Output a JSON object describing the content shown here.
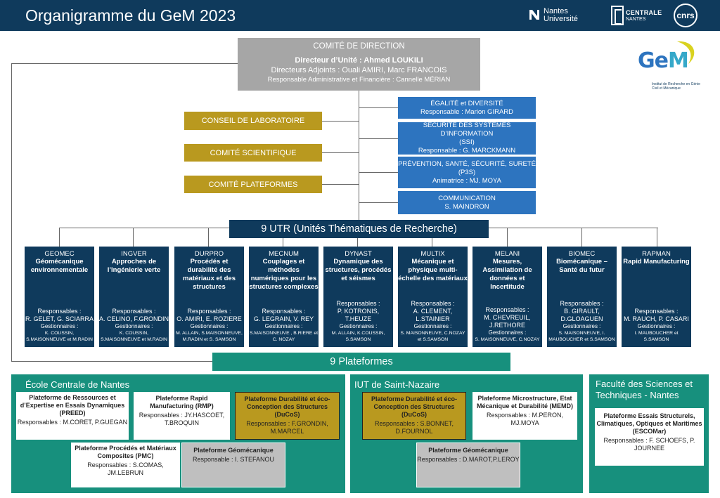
{
  "header": {
    "title": "Organigramme du GeM 2023",
    "logos": {
      "nantes": [
        "Nantes",
        "Université"
      ],
      "centrale": [
        "CENTRALE",
        "NANTES"
      ],
      "cnrs": "cnrs"
    }
  },
  "gem_logo": {
    "text_ge": "Ge",
    "text_m": "M",
    "subtitle": "Institut de Recherche en Génie Civil et Mécanique"
  },
  "direction": {
    "heading": "COMITÉ DE DIRECTION",
    "director": "Directeur d’Unité : Ahmed LOUKILI",
    "deputies": "Directeurs Adjoints : Ouali AMIRI, Marc FRANCOIS",
    "admin": "Responsable Administrative et Financière : Cannelle MÉRIAN"
  },
  "councils": [
    "CONSEIL DE LABORATOIRE",
    "COMITÉ SCIENTIFIQUE",
    "COMITÉ  PLATEFORMES"
  ],
  "services": [
    {
      "title": "ÉGALITÉ et DIVERSITÉ",
      "extra": "",
      "resp": "Responsable : Marion GIRARD"
    },
    {
      "title": "SÉCURITE DES SYSTÈMES D’INFORMATION",
      "extra": "(SSI)",
      "resp": "Responsable : G. MARCKMANN"
    },
    {
      "title": "PRÉVENTION, SANTÉ, SÉCURITÉ, SURETÉ",
      "extra": "(P3S)",
      "resp": "Animatrice : MJ. MOYA"
    },
    {
      "title": "COMMUNICATION",
      "extra": "",
      "resp": "S. MAINDRON"
    }
  ],
  "utr_bar": "9 UTR (Unités Thématiques de Recherche)",
  "utrs": [
    {
      "code": "GEOMEC",
      "title": "Géomécanique environnementale",
      "resp_label": "Responsables :",
      "resp": "R. GELET, G. SCIARRA",
      "gest_label": "Gestionnaires :",
      "gest": "K. COUSSIN, S.MAISONNEUVE et M.RADIN"
    },
    {
      "code": "INGVER",
      "title": "Approches de l’Ingénierie verte",
      "resp_label": "Responsables :",
      "resp": "A. CELINO, F.GRONDIN",
      "gest_label": "Gestionnaires :",
      "gest": "K. COUSSIN, S.MAISONNEUVE et M.RADIN"
    },
    {
      "code": "DURPRO",
      "title": "Procédés et durabilité des matériaux et des structures",
      "resp_label": "Responsables :",
      "resp": "O. AMIRI, E. ROZIERE",
      "gest_label": "Gestionnaires :",
      "gest": "M. ALLAIN, S.MAISONNEUVE, M.RADIN et S. SAMSON"
    },
    {
      "code": "MECNUM",
      "title": "Couplages et méthodes numériques pour les structures complexes",
      "resp_label": "Responsables :",
      "resp": "G. LEGRAIN, V. REY",
      "gest_label": "Gestionnaires :",
      "gest": "S.MAISONNEUVE , B.RIERE et C. NOZAY"
    },
    {
      "code": "DYNAST",
      "title": "Dynamique des structures, procédés et séismes",
      "resp_label": "Responsables :",
      "resp": "P. KOTRONIS, T.HEUZE",
      "gest_label": "Gestionnaires :",
      "gest": "M. ALLAIN, K.COUSSIN, S.SAMSON"
    },
    {
      "code": "MULTIX",
      "title": "Mécanique et physique multi-échelle des matériaux",
      "resp_label": "Responsables :",
      "resp": "A. CLEMENT, L.STAINIER",
      "gest_label": "Gestionnaires :",
      "gest": "S. MAISONNEUVE, C.NOZAY et S.SAMSON"
    },
    {
      "code": "MELANI",
      "title": "Mesures, Assimilation de données et Incertitude",
      "resp_label": "Responsables :",
      "resp": "M. CHEVREUIL, J.RETHORE",
      "gest_label": "Gestionnaires :",
      "gest": "S. MAISONNEUVE, C.NOZAY"
    },
    {
      "code": "BIOMEC",
      "title": "Biomécanique – Santé du futur",
      "resp_label": "Responsables :",
      "resp": "B. GIRAULT, D.GLOAGUEN",
      "gest_label": "Gestionnaires :",
      "gest": "S. MAISONNEUVE, I. MAUBOUCHER et S.SAMSON"
    },
    {
      "code": "RAPMAN",
      "title": "Rapid Manufacturing",
      "resp_label": "Responsables :",
      "resp": "M. RAUCH, P. CASARI",
      "gest_label": "Gestionnaires :",
      "gest": "I. MAUBOUCHER et S.SAMSON"
    }
  ],
  "plat_bar": "9 Plateformes",
  "sites": [
    {
      "name": "École Centrale de Nantes",
      "platforms": [
        {
          "title": "Plateforme de Ressources et d’Expertise en Essais Dynamiques (PREED)",
          "resp": "Responsables : M.CORET, P.GUEGAN",
          "style": "white"
        },
        {
          "title": "Plateforme Rapid Manufacturing (RMP)",
          "resp": "Responsables : JY.HASCOET, T.BROQUIN",
          "style": "white"
        },
        {
          "title": "Plateforme Durabilité et éco-Conception des Structures (DuCoS)",
          "resp": "Responsables : F.GRONDIN, M.MARCEL",
          "style": "gold"
        },
        {
          "title": "Plateforme Procédés et Matériaux Composites (PMC)",
          "resp": "Responsables : S.COMAS, JM.LEBRUN",
          "style": "white"
        },
        {
          "title": "Plateforme Géomécanique",
          "resp": "Responsable : I. STEFANOU",
          "style": "grey"
        }
      ]
    },
    {
      "name": "IUT de Saint-Nazaire",
      "platforms": [
        {
          "title": "Plateforme Durabilité et éco-Conception des Structures (DuCoS)",
          "resp": "Responsables : S.BONNET, D.FOURNOL",
          "style": "gold"
        },
        {
          "title": "Plateforme Microstructure, Etat Mécanique et Durabilité (MEMD)",
          "resp": "Responsables : M.PERON, MJ.MOYA",
          "style": "white"
        },
        {
          "title": "Plateforme Géomécanique",
          "resp": "Responsables : D.MAROT,P.LEROY",
          "style": "grey"
        }
      ]
    },
    {
      "name": "Faculté des Sciences et Techniques - Nantes",
      "platforms": [
        {
          "title": "Plateforme Essais Structurels, Climatiques, Optiques et Maritimes (ESCOMar)",
          "resp": "Responsables : F. SCHOEFS, P. JOURNEE",
          "style": "white"
        }
      ]
    }
  ],
  "colors": {
    "header": "#0f3a5c",
    "direction": "#a6a6a6",
    "council": "#b9991f",
    "service": "#2d74bf",
    "utr": "#0f3a5c",
    "platform_band": "#17907d",
    "platform_gold": "#b9991f",
    "platform_grey": "#bfbfbf"
  }
}
